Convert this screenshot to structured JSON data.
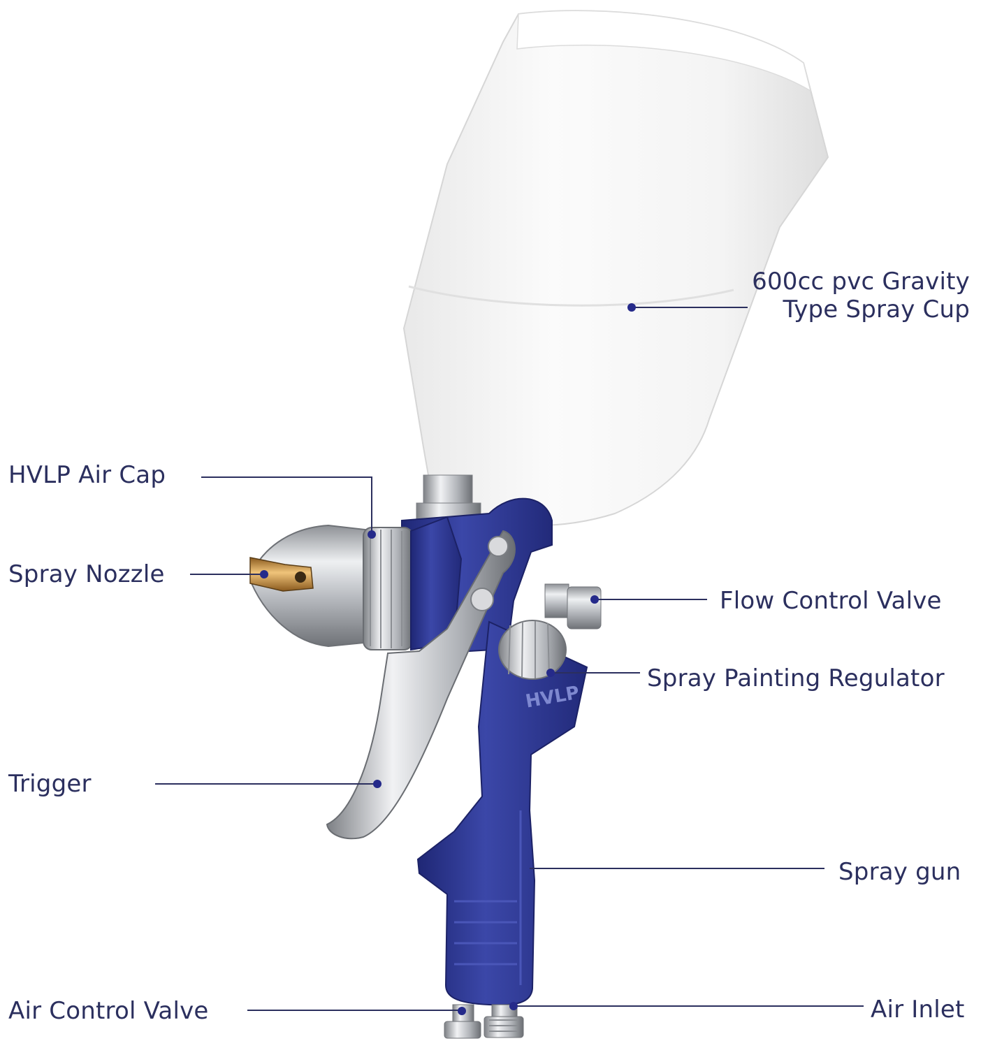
{
  "colors": {
    "callout_text": "#2b2f5e",
    "leader_line": "#2b2f5e",
    "marker_dot": "#252a8a",
    "gun_body_blue": "#2f3a93",
    "cup_white": "#f3f3f3",
    "chrome": "#c7c9cd",
    "brass_tip": "#c9913f"
  },
  "callouts": {
    "cup": [
      "600cc pvc Gravity",
      "Type Spray Cup"
    ],
    "air_cap": "HVLP Air Cap",
    "nozzle": "Spray Nozzle",
    "flow_valve": "Flow Control Valve",
    "regulator": "Spray Painting Regulator",
    "trigger": "Trigger",
    "gun": "Spray gun",
    "air_control": "Air Control Valve",
    "air_inlet": "Air Inlet"
  },
  "product_marking": "HVLP"
}
